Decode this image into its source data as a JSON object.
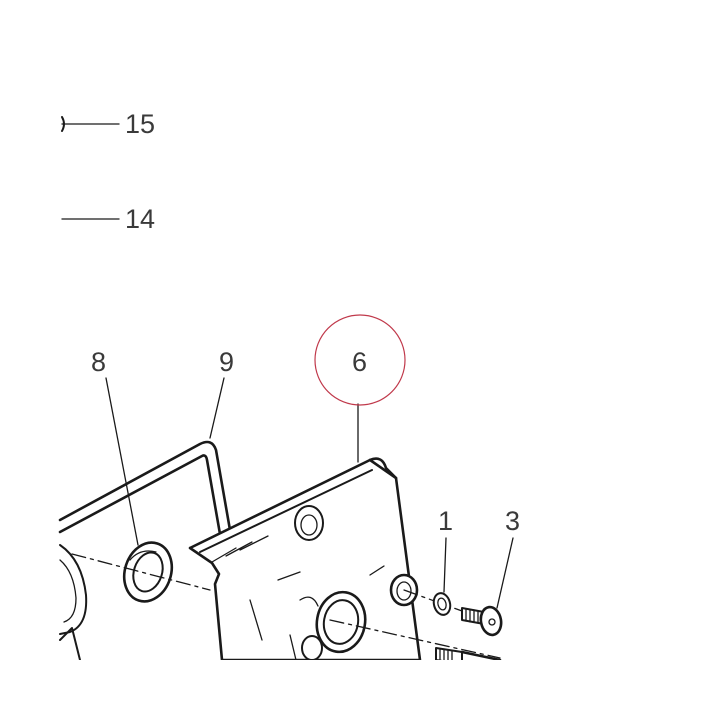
{
  "callouts": {
    "c15": "15",
    "c14": "14",
    "c8": "8",
    "c9": "9",
    "c6": "6",
    "c1": "1",
    "c3": "3"
  },
  "highlight": {
    "target": "6",
    "color": "#c0394b"
  }
}
